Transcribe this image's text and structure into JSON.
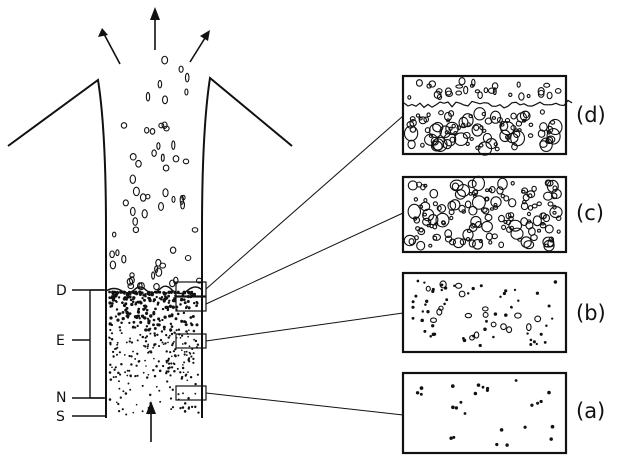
{
  "column_labels": {
    "top": "D",
    "middle": "E",
    "lower": "N",
    "bottom": "S"
  },
  "panels": [
    {
      "id": "d",
      "label": "(d)",
      "texture": "fragmented-foam"
    },
    {
      "id": "c",
      "label": "(c)",
      "texture": "dense-bubbles"
    },
    {
      "id": "b",
      "label": "(b)",
      "texture": "growing-bubbles"
    },
    {
      "id": "a",
      "label": "(a)",
      "texture": "sparse-nuclei"
    }
  ],
  "colors": {
    "ink": "#111111",
    "background": "#ffffff"
  }
}
